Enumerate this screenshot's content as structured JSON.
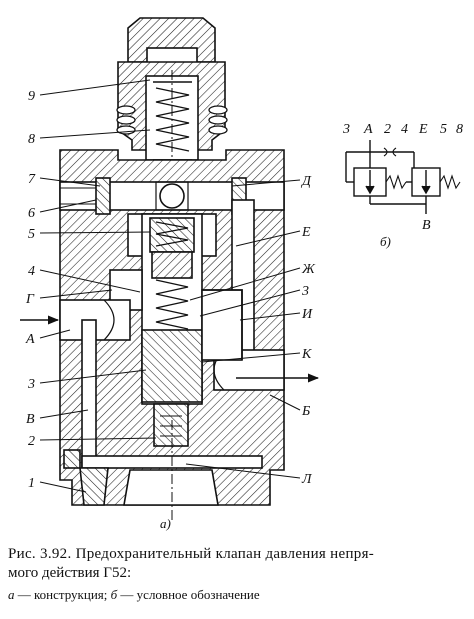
{
  "figure": {
    "main_labels": {
      "l9": "9",
      "l8": "8",
      "l7": "7",
      "l6": "6",
      "l5": "5",
      "l4": "4",
      "lG": "Г",
      "lA": "А",
      "l3a": "3",
      "lV": "В",
      "l2": "2",
      "l1": "1",
      "lD": "Д",
      "lE": "Е",
      "lZh": "Ж",
      "l3b": "3",
      "lI": "И",
      "lK": "К",
      "lB": "Б",
      "lL": "Л"
    },
    "symbol_labels": {
      "s3": "3",
      "sA": "А",
      "s2": "2",
      "s4": "4",
      "sE": "Е",
      "s5": "5",
      "s8": "8",
      "sV": "В"
    },
    "subfig_a": "а)",
    "subfig_b": "б)"
  },
  "caption": {
    "line1": "Рис. 3.92. Предохранительный клапан давления непря-",
    "line2": "мого действия Г52:",
    "a_letter": "а",
    "a_text": " — конструкция; ",
    "b_letter": "б",
    "b_text": " — условное обозначение"
  }
}
